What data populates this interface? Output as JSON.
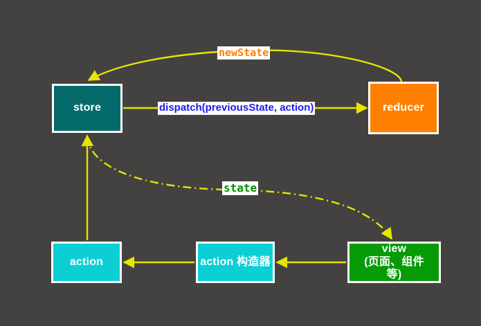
{
  "diagram": {
    "title": "Redux data flow diagram",
    "background_color": "#444240",
    "nodes": [
      {
        "id": "store",
        "label": "store",
        "color": "#046a6a",
        "text_color": "#ffffff"
      },
      {
        "id": "reducer",
        "label": "reducer",
        "color": "#ff8000",
        "text_color": "#ffffff"
      },
      {
        "id": "action",
        "label": "action",
        "color": "#0ccfd6",
        "text_color": "#ffffff"
      },
      {
        "id": "creator",
        "label": "action 构造器",
        "color": "#0ccfd6",
        "text_color": "#ffffff"
      },
      {
        "id": "view",
        "label": "view\n(页面、组件等)",
        "color": "#079b07",
        "text_color": "#ffffff",
        "line1": "view",
        "line2": "(页面、组件",
        "line3": "等)"
      }
    ],
    "edges": [
      {
        "id": "newstate",
        "label": "newState",
        "from": "reducer",
        "to": "store",
        "style": "curved-solid",
        "color": "#e6e600",
        "label_color": "#ff8000",
        "label_bg": "#ffffff"
      },
      {
        "id": "dispatch",
        "label": "dispatch(previousState, action)",
        "from": "store",
        "to": "reducer",
        "style": "straight-solid",
        "color": "#e6e600",
        "label_color": "#1b1bee",
        "label_bg": "#ffffff"
      },
      {
        "id": "state",
        "label": "state",
        "from": "store",
        "to": "view",
        "style": "curved-dashdot-bidirectional",
        "color": "#e6e600",
        "label_color": "#009000",
        "label_bg": "#ffffff"
      },
      {
        "id": "view-to-creator",
        "label": "",
        "from": "view",
        "to": "creator",
        "style": "straight-solid",
        "color": "#e6e600"
      },
      {
        "id": "creator-to-action",
        "label": "",
        "from": "creator",
        "to": "action",
        "style": "straight-solid",
        "color": "#e6e600"
      },
      {
        "id": "action-to-store",
        "label": "",
        "from": "action",
        "to": "store",
        "style": "straight-solid",
        "color": "#e6e600"
      }
    ]
  }
}
